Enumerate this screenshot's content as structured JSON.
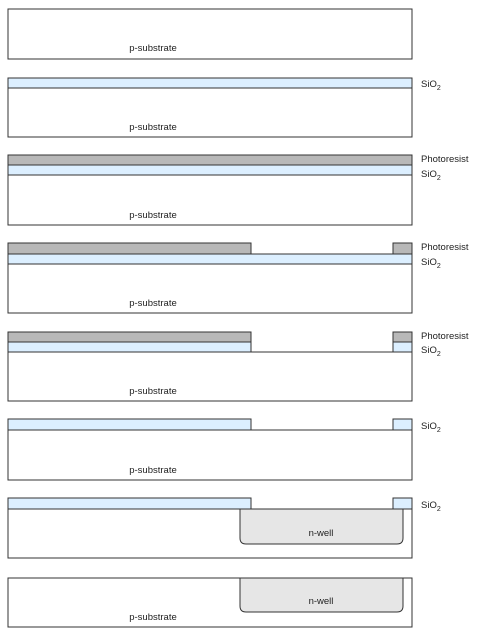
{
  "labels": {
    "substrate": "p-substrate",
    "oxide_main": "SiO",
    "oxide_sub": "2",
    "photoresist": "Photoresist",
    "nwell": "n-well"
  },
  "steps": [
    {
      "name": "substrate"
    },
    {
      "name": "oxidation"
    },
    {
      "name": "photoresist-coat"
    },
    {
      "name": "photoresist-pattern"
    },
    {
      "name": "oxide-etch"
    },
    {
      "name": "photoresist-strip"
    },
    {
      "name": "n-well-diffusion"
    },
    {
      "name": "oxide-strip"
    }
  ],
  "colors": {
    "oxide": "#dcefff",
    "photoresist": "#b8b8b8",
    "nwell": "#e6e6e6",
    "substrate": "#ffffff",
    "stroke": "#333333"
  }
}
